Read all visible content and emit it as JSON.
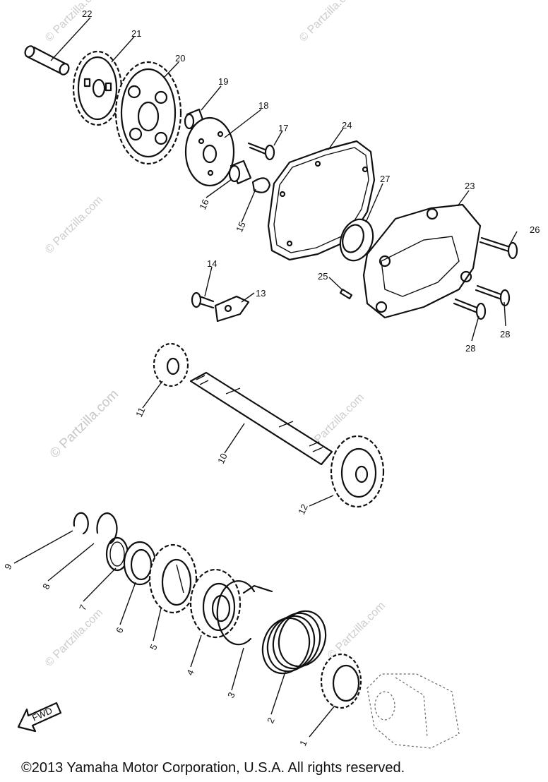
{
  "watermarks": {
    "main": "© Partzilla.com",
    "small": "© Partzilla.com"
  },
  "callouts": [
    "1",
    "2",
    "3",
    "4",
    "5",
    "6",
    "7",
    "8",
    "9",
    "10",
    "11",
    "12",
    "13",
    "14",
    "15",
    "16",
    "17",
    "18",
    "19",
    "20",
    "21",
    "22",
    "23",
    "24",
    "25",
    "26",
    "27",
    "28",
    "28"
  ],
  "fwd_label": "FWD",
  "copyright": "©2013 Yamaha Motor Corporation, U.S.A. All rights reserved."
}
